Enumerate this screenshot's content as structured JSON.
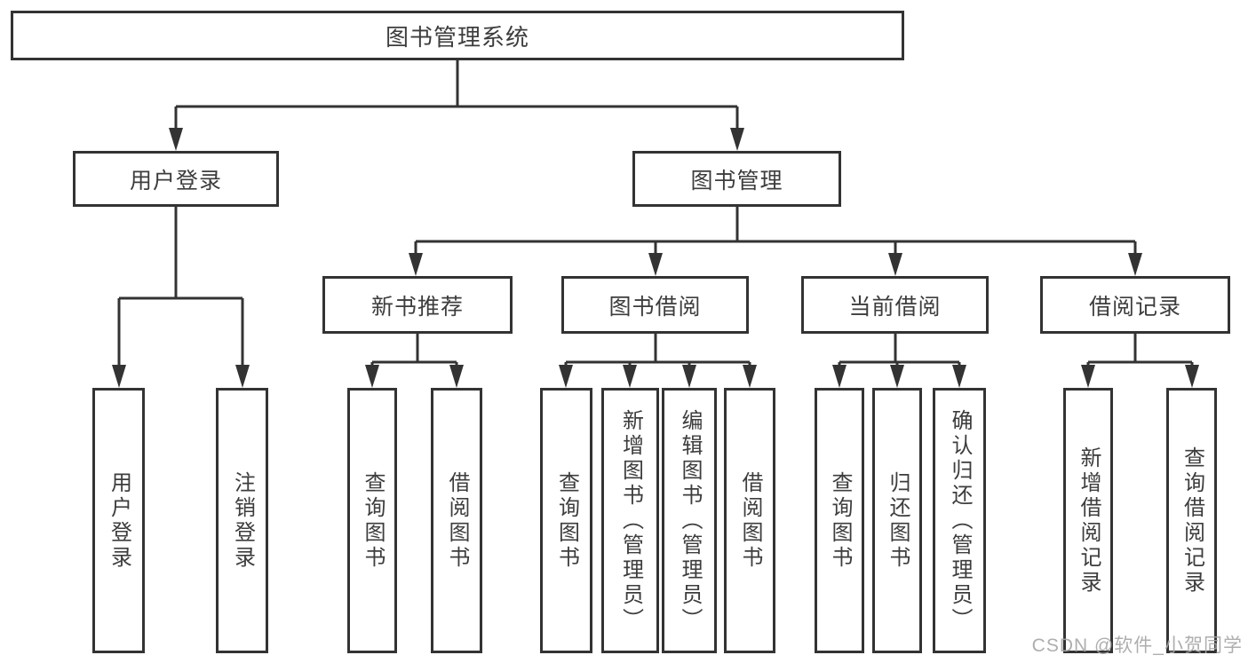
{
  "diagram": {
    "root": "图书管理系统",
    "level2": [
      {
        "label": "用户登录"
      },
      {
        "label": "图书管理"
      }
    ],
    "level3": [
      {
        "label": "新书推荐"
      },
      {
        "label": "图书借阅"
      },
      {
        "label": "当前借阅"
      },
      {
        "label": "借阅记录"
      }
    ],
    "leaves": {
      "userLogin": [
        "用户登录",
        "注销登录"
      ],
      "newBooks": [
        "查询图书",
        "借阅图书"
      ],
      "bookBorrow": [
        "查询图书",
        "新增图书（管理员）",
        "编辑图书（管理员）",
        "借阅图书"
      ],
      "currentBorrow": [
        "查询图书",
        "归还图书",
        "确认归还（管理员）"
      ],
      "records": [
        "新增借阅记录",
        "查询借阅记录"
      ]
    }
  },
  "watermark": "CSDN @软件_小贺同学",
  "colors": {
    "line": "#333333",
    "text": "#3d3d3d",
    "background": "#ffffff",
    "watermark": "#a6a6a6"
  }
}
